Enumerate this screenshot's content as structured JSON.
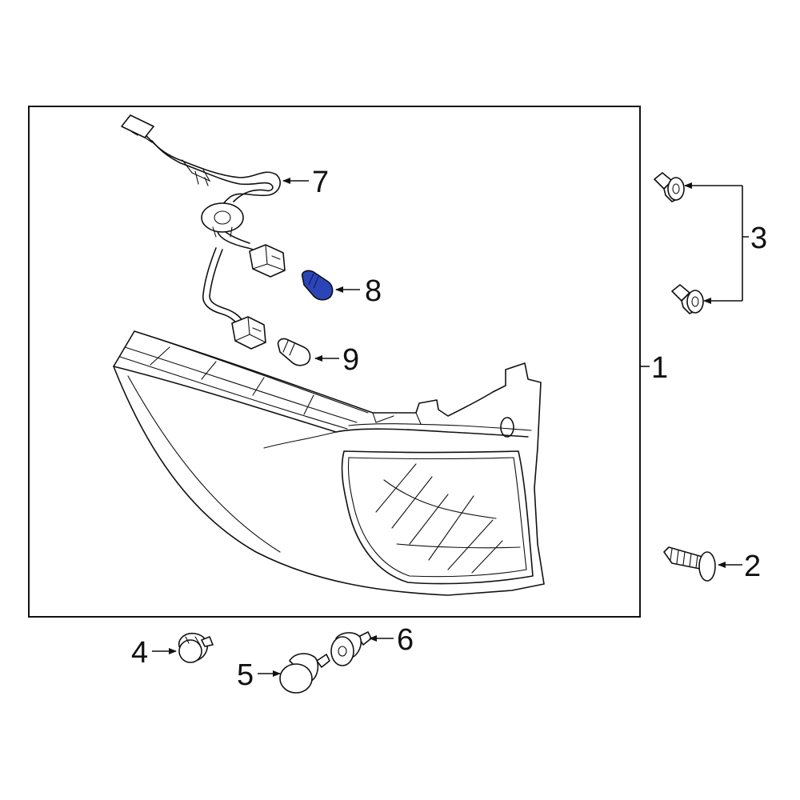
{
  "diagram": {
    "callouts": [
      {
        "id": "1",
        "label": "1"
      },
      {
        "id": "2",
        "label": "2"
      },
      {
        "id": "3",
        "label": "3"
      },
      {
        "id": "4",
        "label": "4"
      },
      {
        "id": "5",
        "label": "5"
      },
      {
        "id": "6",
        "label": "6"
      },
      {
        "id": "7",
        "label": "7"
      },
      {
        "id": "8",
        "label": "8"
      },
      {
        "id": "9",
        "label": "9"
      }
    ],
    "highlight_color": "#2B45B8",
    "line_color": "#111111",
    "highlighted_part": "8"
  }
}
